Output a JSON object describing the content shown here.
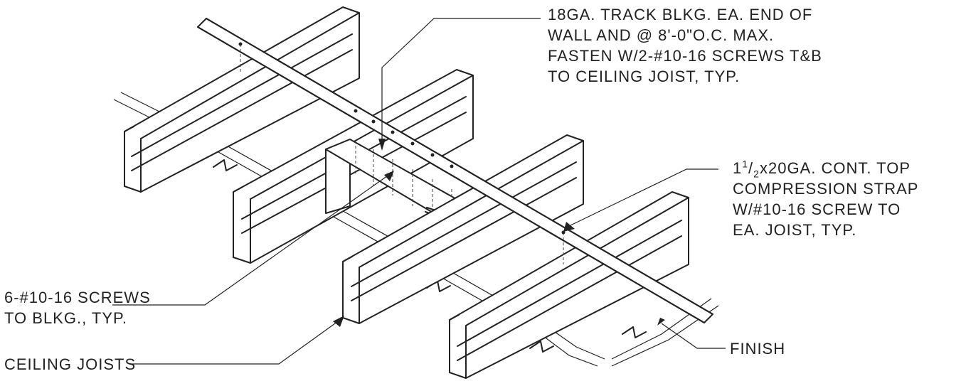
{
  "labels": {
    "track_blocking": {
      "lines": [
        "18GA. TRACK BLKG. EA. END OF",
        "WALL AND @ 8'-0\"O.C. MAX.",
        "FASTEN W/2-#10-16 SCREWS T&B",
        "TO CEILING JOIST, TYP."
      ]
    },
    "compression_strap": {
      "line1_whole": "1",
      "line1_sup": "1",
      "line1_sub": "2",
      "line1_rest": "x20GA. CONT. TOP",
      "lines": [
        "COMPRESSION STRAP",
        "W/#10-16 SCREW TO",
        "EA. JOIST, TYP."
      ]
    },
    "screws_to_blocking": {
      "lines": [
        "6-#10-16 SCREWS",
        "TO BLKG., TYP."
      ]
    },
    "ceiling_joists": "CEILING JOISTS",
    "finish": "FINISH"
  }
}
